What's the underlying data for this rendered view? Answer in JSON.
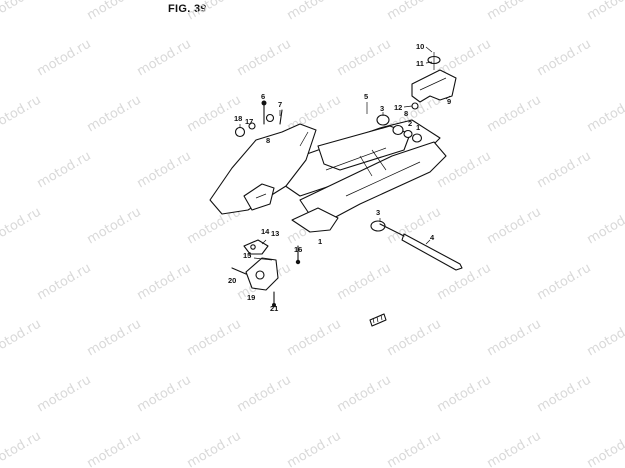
{
  "figure": {
    "title": "FIG. 39"
  },
  "watermark": {
    "text": "motod.ru"
  },
  "callouts": [
    "10",
    "11",
    "12",
    "9",
    "5",
    "3",
    "8",
    "2",
    "1",
    "6",
    "7",
    "18",
    "17",
    "8",
    "3",
    "4",
    "14",
    "13",
    "15",
    "16",
    "1",
    "20",
    "19",
    "21"
  ]
}
